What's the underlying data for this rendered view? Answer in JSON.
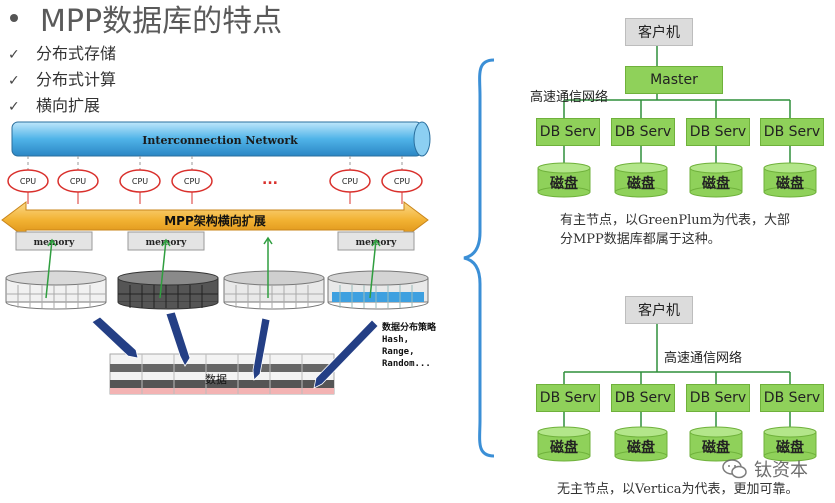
{
  "title": "MPP数据库的特点",
  "bullets": [
    "分布式存储",
    "分布式计算",
    "横向扩展"
  ],
  "left_diagram": {
    "network_label": "Interconnection Network",
    "cpu_label": "CPU",
    "ellipsis": "...",
    "arrow_label": "MPP架构横向扩展",
    "memory_label": "memory",
    "data_label": "数据",
    "strategy_title": "数据分布策略",
    "strategy_items": [
      "Hash,",
      "Range,",
      "Random..."
    ]
  },
  "top_diagram": {
    "client": "客户机",
    "master": "Master",
    "network": "高速通信网络",
    "servers": [
      "DB Serv",
      "DB Serv",
      "DB Serv",
      "DB Serv"
    ],
    "disks": [
      "磁盘",
      "磁盘",
      "磁盘",
      "磁盘"
    ],
    "caption_line1": "有主节点，以GreenPlum为代表，大部",
    "caption_line2": "分MPP数据库都属于这种。"
  },
  "bottom_diagram": {
    "client": "客户机",
    "network": "高速通信网络",
    "servers": [
      "DB Serv",
      "DB Serv",
      "DB Serv",
      "DB Serv"
    ],
    "disks": [
      "磁盘",
      "磁盘",
      "磁盘",
      "磁盘"
    ],
    "caption": "无主节点，以Vertica为代表，更加可靠。"
  },
  "watermark": "钛资本",
  "colors": {
    "node_green": "#8fd15a",
    "node_grey": "#dcdcdc",
    "pipe_blue": "#4fb3e8",
    "arrow_orange": "#f2b233",
    "cpu_red": "#d9302c",
    "brace_blue": "#3b8fd6"
  }
}
